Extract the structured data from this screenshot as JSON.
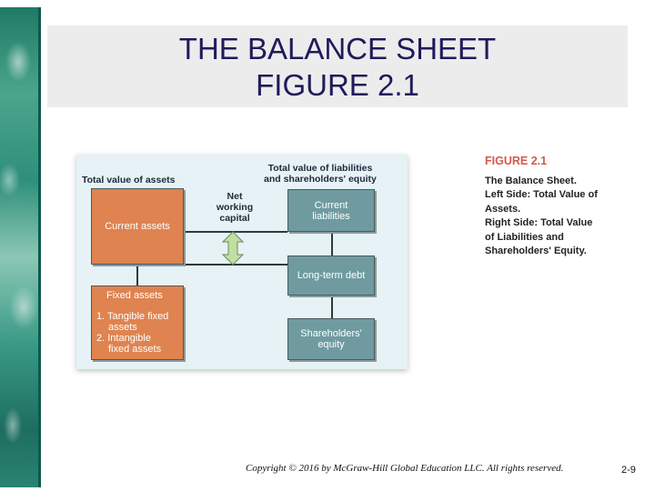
{
  "slide": {
    "title_line1": "THE BALANCE SHEET",
    "title_line2": "FIGURE 2.1",
    "footer": "Copyright © 2016 by McGraw-Hill Global Education LLC. All rights reserved.",
    "page_number": "2-9"
  },
  "figure": {
    "left_heading": "Total value of assets",
    "right_heading_line1": "Total value of liabilities",
    "right_heading_line2": "and shareholders' equity",
    "nwc_line1": "Net",
    "nwc_line2": "working",
    "nwc_line3": "capital",
    "current_assets": "Current assets",
    "fixed_assets": {
      "heading": "Fixed assets",
      "item1_line1": "1. Tangible fixed",
      "item1_line2": "assets",
      "item2_line1": "2. Intangible",
      "item2_line2": "fixed assets"
    },
    "current_liabilities_line1": "Current",
    "current_liabilities_line2": "liabilities",
    "long_term_debt": "Long-term debt",
    "shareholders_equity_line1": "Shareholders'",
    "shareholders_equity_line2": "equity",
    "colors": {
      "assets": "#df8350",
      "liabilities": "#6f9ba0",
      "arrow": "#bfe0a0",
      "panel": "#e6f2f5"
    }
  },
  "caption": {
    "heading": "FIGURE 2.1",
    "line1": "The Balance Sheet.",
    "line2": "Left Side: Total Value of",
    "line3": "Assets.",
    "line4": "Right Side: Total Value",
    "line5": "of Liabilities and",
    "line6": "Shareholders' Equity."
  }
}
